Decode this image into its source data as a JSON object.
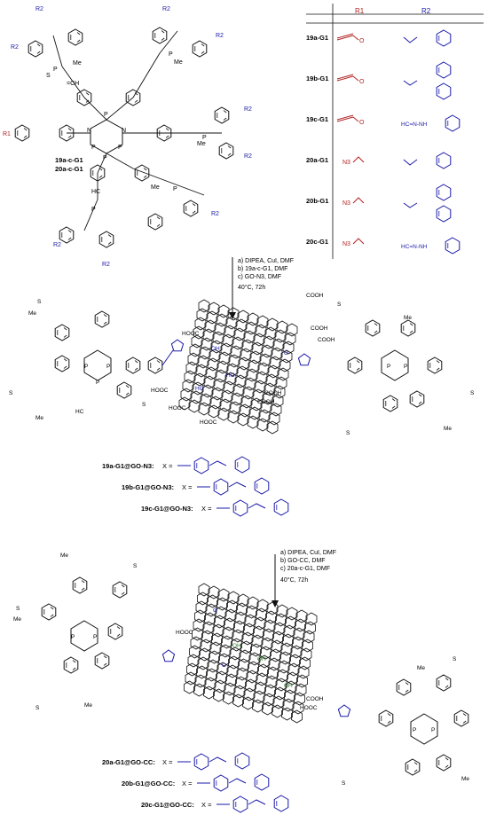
{
  "top_dendrimer": {
    "r_label": "R2",
    "r1_label": "R1",
    "label_a": "19a-c-G1",
    "label_b": "20a-c-G1",
    "atoms": {
      "N": "N",
      "P": "P",
      "O": "O",
      "S": "S",
      "Me": "Me",
      "HC": "HC",
      "CH": "=CH"
    }
  },
  "table": {
    "headers": [
      "R1",
      "R2"
    ],
    "rows": [
      {
        "id": "19a-G1",
        "r1": "O (propargyl)",
        "r2": "CH-pyridyl"
      },
      {
        "id": "19b-G1",
        "r1": "O (propargyl)",
        "r2": "di-pyridyl"
      },
      {
        "id": "19c-G1",
        "r1": "O (propargyl)",
        "r2": "HC=N-NH-pyridyl"
      },
      {
        "id": "20a-G1",
        "r1": "N3",
        "r2": "CH-pyridyl"
      },
      {
        "id": "20b-G1",
        "r1": "N3",
        "r2": "di-pyridyl"
      },
      {
        "id": "20c-G1",
        "r1": "N3",
        "r2": "HC=N-NH-pyridyl"
      }
    ]
  },
  "conditions1": {
    "a": "a) DIPEA, CuI, DMF",
    "b": "b) 19a-c-G1, DMF",
    "c": "c) GO-N3, DMF",
    "temp": "40°C, 72h"
  },
  "conditions2": {
    "a": "a) DIPEA, CuI, DMF",
    "b": "b) GO-CC, DMF",
    "c": "c) 20a-c-G1, DMF",
    "temp": "40°C, 72h"
  },
  "graphene_groups": {
    "cooh": "COOH",
    "hooc": "HOOC",
    "oh": "OH",
    "ho": "HO",
    "o": "O"
  },
  "products1": [
    {
      "label": "19a-G1@GO-N3",
      "x": "X ="
    },
    {
      "label": "19b-G1@GO-N3",
      "x": "X ="
    },
    {
      "label": "19c-G1@GO-N3",
      "x": "X ="
    }
  ],
  "products2": [
    {
      "label": "20a-G1@GO-CC",
      "x": "X ="
    },
    {
      "label": "20b-G1@GO-CC",
      "x": "X ="
    },
    {
      "label": "20c-G1@GO-CC",
      "x": "X ="
    }
  ]
}
